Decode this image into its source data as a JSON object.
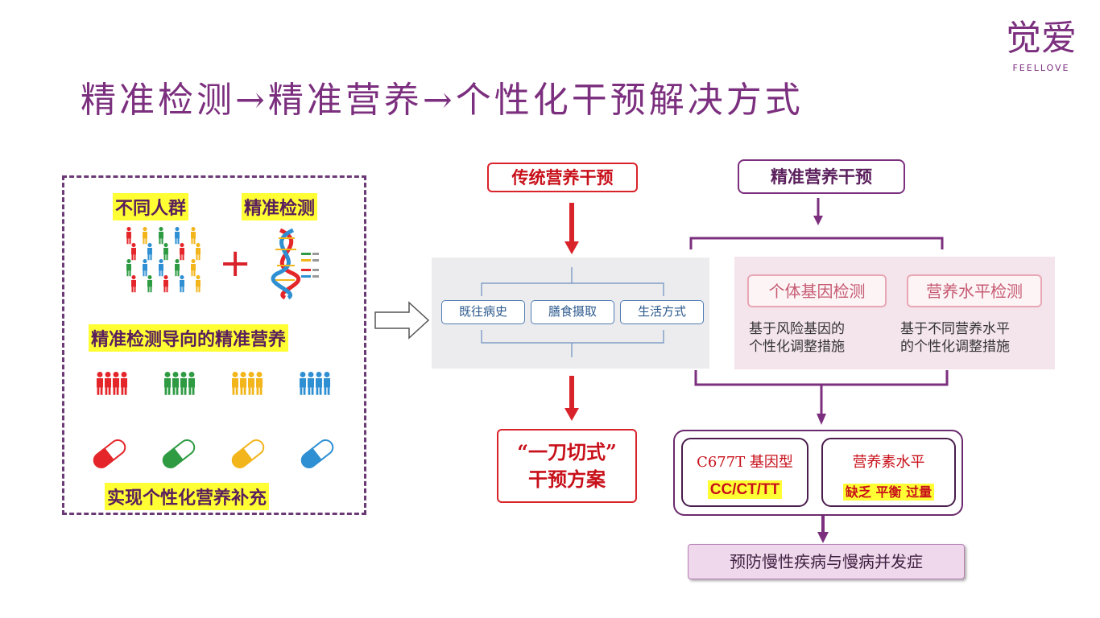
{
  "title": "精准检测→精准营养→个性化干预解决方式",
  "logo": {
    "mark": "觉爱",
    "word": "FEELLOVE"
  },
  "left": {
    "label_people": "不同人群",
    "label_detect": "精准检测",
    "plus": "+",
    "middle_label": "精准检测导向的精准营养",
    "bottom_label": "实现个性化营养补充",
    "colors": [
      "#e4262a",
      "#2e9b43",
      "#f2b51b",
      "#2f8fd3"
    ]
  },
  "traditional": {
    "title": "传统营养干预",
    "tags": [
      "既往病史",
      "膳食摄取",
      "生活方式"
    ],
    "result_line1": "“一刀切式”",
    "result_line2": "干预方案"
  },
  "precision": {
    "title": "精准营养干预",
    "gene_test": "个体基因检测",
    "nutrient_test": "营养水平检测",
    "gene_desc_1": "基于风险基因的",
    "gene_desc_2": "个性化调整措施",
    "nutrient_desc_1": "基于不同营养水平",
    "nutrient_desc_2": "的个性化调整措施",
    "genotype_label": "C677T 基因型",
    "genotype_values": "CC/CT/TT",
    "nutrient_level_label": "营养素水平",
    "nutrient_level_values": "缺乏 平衡 过量",
    "outcome": "预防慢性疾病与慢病并发症"
  }
}
